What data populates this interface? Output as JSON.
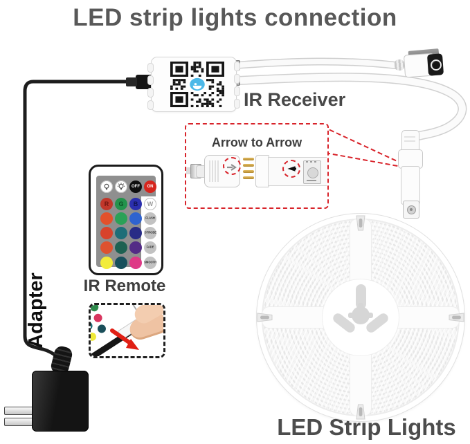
{
  "title": "LED strip lights connection",
  "labels": {
    "ir_receiver": "IR Receiver",
    "arrow_to_arrow": "Arrow to Arrow",
    "ir_remote": "IR Remote",
    "adapter": "Adapter",
    "led_strip_lights": "LED Strip Lights"
  },
  "colors": {
    "title_text": "#585858",
    "label_text": "#3f3f3f",
    "callout_red": "#d8232a",
    "arrow_red": "#e01f14",
    "qr_logo_blue": "#4cb8e8",
    "remote_pad_gray": "#8f8f8f"
  },
  "remote": {
    "rows": [
      [
        {
          "icon": "bulb-dim",
          "bg": "#ffffff"
        },
        {
          "icon": "bulb-bright",
          "bg": "#ffffff"
        },
        {
          "label": "OFF",
          "bg": "#0e0e0e",
          "fg": "#ffffff"
        },
        {
          "label": "ON",
          "bg": "#d6251d",
          "fg": "#ffffff"
        }
      ],
      [
        {
          "label": "R",
          "bg": "#c1372b",
          "fg": "#6e1410"
        },
        {
          "label": "G",
          "bg": "#23934c",
          "fg": "#0b4f24"
        },
        {
          "label": "B",
          "bg": "#2b2fae",
          "fg": "#10124f"
        },
        {
          "label": "W",
          "bg": "#ffffff",
          "fg": "#9b9b9b"
        }
      ],
      [
        {
          "bg": "#e2512b"
        },
        {
          "bg": "#2aa157"
        },
        {
          "bg": "#2f63cf"
        },
        {
          "label": "FLASH",
          "bg": "#c2c2c2",
          "fg": "#2e2e2e"
        }
      ],
      [
        {
          "bg": "#d8432b"
        },
        {
          "bg": "#1d6e78"
        },
        {
          "bg": "#282c86"
        },
        {
          "label": "STROBE",
          "bg": "#c2c2c2",
          "fg": "#2e2e2e"
        }
      ],
      [
        {
          "bg": "#dd5230"
        },
        {
          "bg": "#1d6152"
        },
        {
          "bg": "#532c86"
        },
        {
          "label": "FADE",
          "bg": "#c2c2c2",
          "fg": "#2e2e2e"
        }
      ],
      [
        {
          "bg": "#f2ec3a"
        },
        {
          "bg": "#17505c"
        },
        {
          "bg": "#de3a86"
        },
        {
          "label": "SMOOTH",
          "bg": "#c2c2c2",
          "fg": "#2e2e2e"
        }
      ]
    ]
  },
  "battery_tip": {
    "swatches": [
      "#6b3fa0",
      "#2e8a4c",
      "#1d6e78",
      "#d9355f",
      "#f0ea38",
      "#1a4f5a",
      "#b9b9b9"
    ]
  }
}
